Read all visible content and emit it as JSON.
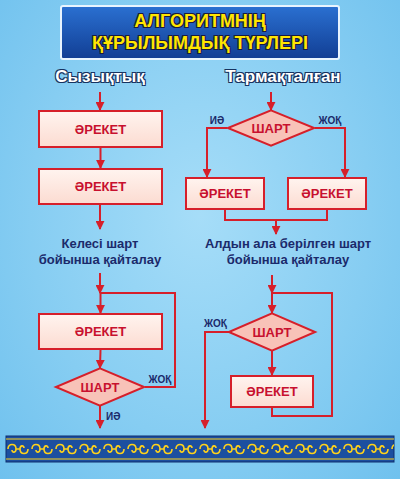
{
  "diagram": {
    "title": "АЛГОРИТМНІҢ ҚҰРЫЛЫМДЫҚ ТҮРЛЕРІ",
    "nodes": [
      {
        "text": [
          "ӘРЕКЕТ"
        ]
      },
      {
        "text": [
          "ӘРЕКЕТ"
        ]
      },
      {
        "text": [
          "ШАРТ"
        ]
      },
      {
        "text": [
          "ӘРЕКЕТ"
        ]
      },
      {
        "text": [
          "ӘРЕКЕТ"
        ]
      },
      {
        "text": [
          "ӘРЕКЕТ"
        ]
      },
      {
        "text": [
          "ШАРТ"
        ]
      },
      {
        "text": [
          "ШАРТ"
        ]
      },
      {
        "text": [
          "ӘРЕКЕТ"
        ]
      }
    ],
    "edges": [
      {
        "from": 0,
        "to": 1,
        "arrow": "to"
      },
      {
        "from": 2,
        "to": 3,
        "label": "ИӘ",
        "arrow": "to"
      },
      {
        "from": 2,
        "to": 4,
        "label": "ЖОҚ",
        "arrow": "to"
      },
      {
        "from": 5,
        "to": 6,
        "arrow": "to"
      },
      {
        "from": 6,
        "to": 5,
        "label": "ЖОҚ",
        "arrow": "to"
      },
      {
        "from": 7,
        "to": 8,
        "arrow": "to"
      },
      {
        "from": 8,
        "to": 7,
        "arrow": "to"
      }
    ],
    "labels": [
      "Сызықтық",
      "Тармақталған",
      "Келесі шарт бойынша қайталау",
      "Алдын ала берілген шарт бойынша қайталау",
      "ИӘ",
      "ЖОҚ"
    ]
  }
}
